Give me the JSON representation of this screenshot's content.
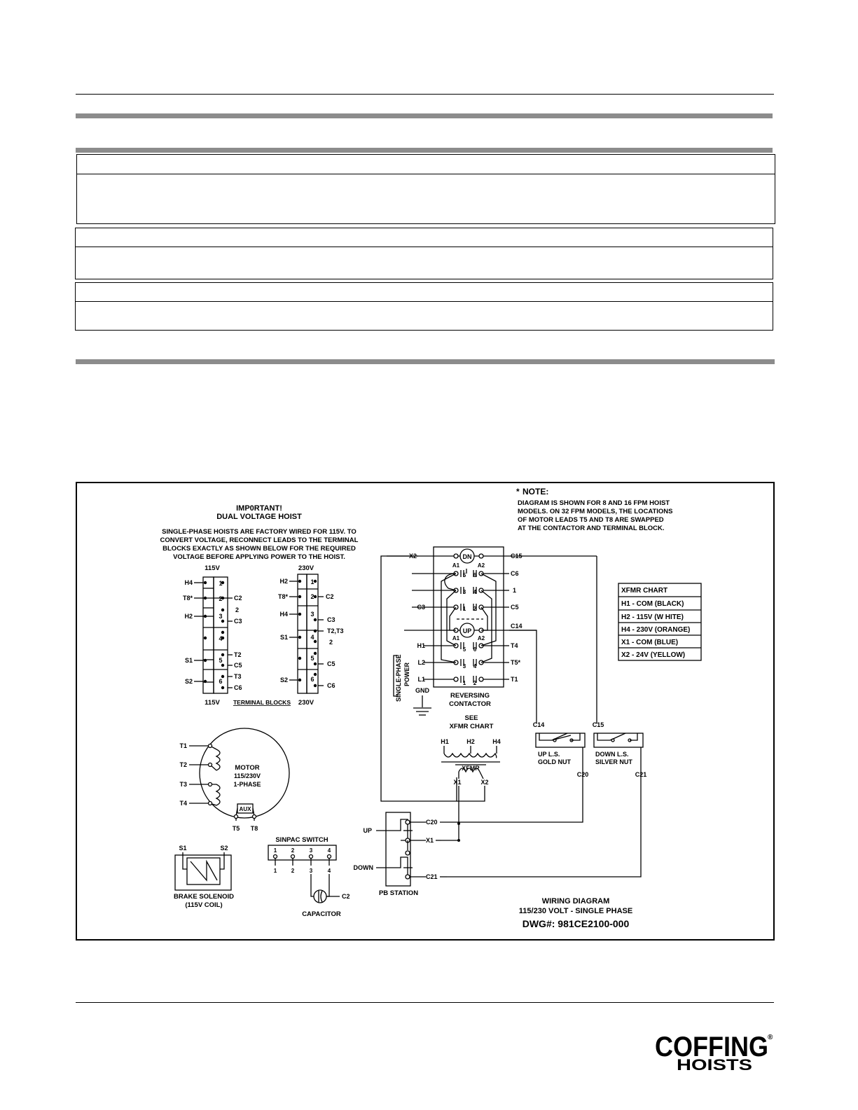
{
  "diagram": {
    "important_title": "IMP0RTANT!",
    "important_subtitle": "DUAL VOLTAGE HOIST",
    "important_text": [
      "SINGLE-PHASE HOISTS ARE FACTORY WIRED FOR 115V. TO",
      "CONVERT VOLTAGE, RECONNECT LEADS TO THE TERMINAL",
      "BLOCKS EXACTLY AS SHOWN BELOW FOR THE REQUIRED",
      "VOLTAGE BEFORE APPLYING POWER TO THE  HOIST."
    ],
    "note_title": "NOTE:",
    "note_star": "*",
    "note_text": [
      "DIAGRAM IS SHOWN FOR 8 AND 16 FPM HOIST",
      "MODELS. ON 32 FPM MODELS, THE LOCATIONS",
      "OF MOTOR LEADS T5 AND T8 ARE SWAPPED",
      "AT THE CONTACTOR AND TERMINAL BLOCK."
    ],
    "tb_115_label": "115V",
    "tb_230_label": "230V",
    "tb_caption": "TERMINAL BLOCKS",
    "tb_115_left": [
      "H4",
      "T8*",
      "H2",
      "",
      "S1",
      "S2"
    ],
    "tb_115_right": [
      "C2",
      "2",
      "C3",
      "T2",
      "C5",
      "T3",
      "C6"
    ],
    "tb_230_left": [
      "H2",
      "T8*",
      "H4",
      "S1",
      "",
      "S2"
    ],
    "tb_230_right": [
      "C2",
      "C3",
      "T2,T3",
      "2",
      "C5",
      "C6"
    ],
    "tb_numbers": [
      "1",
      "2",
      "3",
      "4",
      "5",
      "6"
    ],
    "xfmr_chart_title": "XFMR CHART",
    "xfmr_chart_rows": [
      "H1 - COM (BLACK)",
      "H2 - 115V (W HITE)",
      "H4 - 230V (ORANGE)",
      "X1 - COM (BLUE)",
      "X2 - 24V (YELLOW)"
    ],
    "contactor_label_1": "REVERSING",
    "contactor_label_2": "CONTACTOR",
    "dn_label": "DN",
    "up_coil_label": "UP",
    "coil_terms": [
      "A1",
      "A2"
    ],
    "contactor_left": [
      "X2",
      "C3",
      "H1",
      "L2",
      "L1"
    ],
    "contactor_right": [
      "C15",
      "C6",
      "1",
      "C5",
      "C14",
      "T4",
      "T5*",
      "T1"
    ],
    "contact_nums_left": [
      "5",
      "3",
      "1",
      "5",
      "3",
      "1"
    ],
    "contact_nums_right": [
      "6",
      "4",
      "2",
      "6",
      "4",
      "2"
    ],
    "power_label_1": "SINGLE-PHASE",
    "power_label_2": "POWER",
    "gnd_label": "GND",
    "see_xfmr_1": "SEE",
    "see_xfmr_2": "XFMR CHART",
    "xfmr_label": "XFMR",
    "xfmr_primary": [
      "H1",
      "H2",
      "H4"
    ],
    "xfmr_secondary": [
      "X1",
      "X2"
    ],
    "up_ls_label_1": "UP L.S.",
    "up_ls_label_2": "GOLD NUT",
    "down_ls_label_1": "DOWN L.S.",
    "down_ls_label_2": "SILVER NUT",
    "ls_terms": [
      "C14",
      "C20",
      "C15",
      "C21"
    ],
    "motor_label": [
      "MOTOR",
      "115/230V",
      "1-PHASE"
    ],
    "motor_leads": [
      "T1",
      "T2",
      "T3",
      "T4"
    ],
    "aux_label": "AUX",
    "aux_leads": [
      "T5",
      "T8"
    ],
    "brake_label_1": "BRAKE SOLENOID",
    "brake_label_2": "(115V COIL)",
    "brake_leads": [
      "S1",
      "S2"
    ],
    "sinpac_label": "SINPAC SWITCH",
    "sinpac_nums": [
      "1",
      "2",
      "3",
      "4"
    ],
    "capacitor_label": "CAPACITOR",
    "capacitor_lead": "C2",
    "pb_label": "PB STATION",
    "pb_up": "UP",
    "pb_down": "DOWN",
    "pb_terms": [
      "C20",
      "X1",
      "C21"
    ],
    "title_1": "WIRING DIAGRAM",
    "title_2": "115/230 VOLT - SINGLE PHASE",
    "title_3": "DWG#: 981CE2100-000"
  },
  "logo": {
    "name": "COFFING",
    "reg": "®",
    "sub": "HOISTS"
  }
}
